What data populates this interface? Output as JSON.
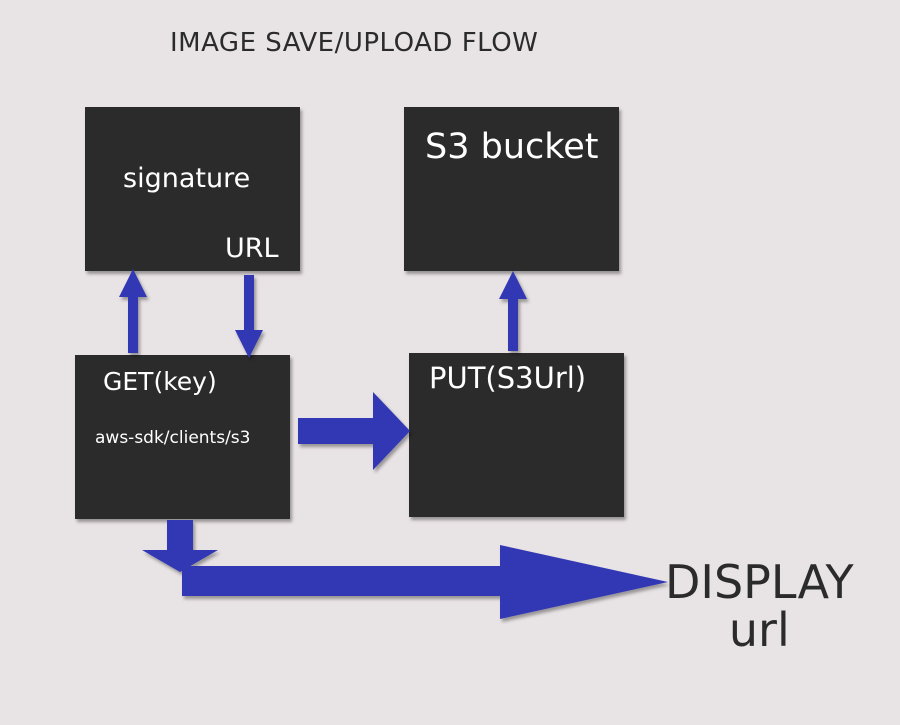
{
  "title": "IMAGE SAVE/UPLOAD FLOW",
  "boxes": {
    "signature": {
      "label": "signature",
      "sublabel": "URL"
    },
    "s3": {
      "label": "S3 bucket"
    },
    "get": {
      "label": "GET(key)",
      "sublabel": "aws-sdk/clients/s3"
    },
    "put": {
      "label": "PUT(S3Url)"
    }
  },
  "display": {
    "line1": "DISPLAY",
    "line2": "url"
  },
  "colors": {
    "box": "#2b2b2b",
    "arrow": "#3337b3",
    "background": "#e8e3e5"
  }
}
